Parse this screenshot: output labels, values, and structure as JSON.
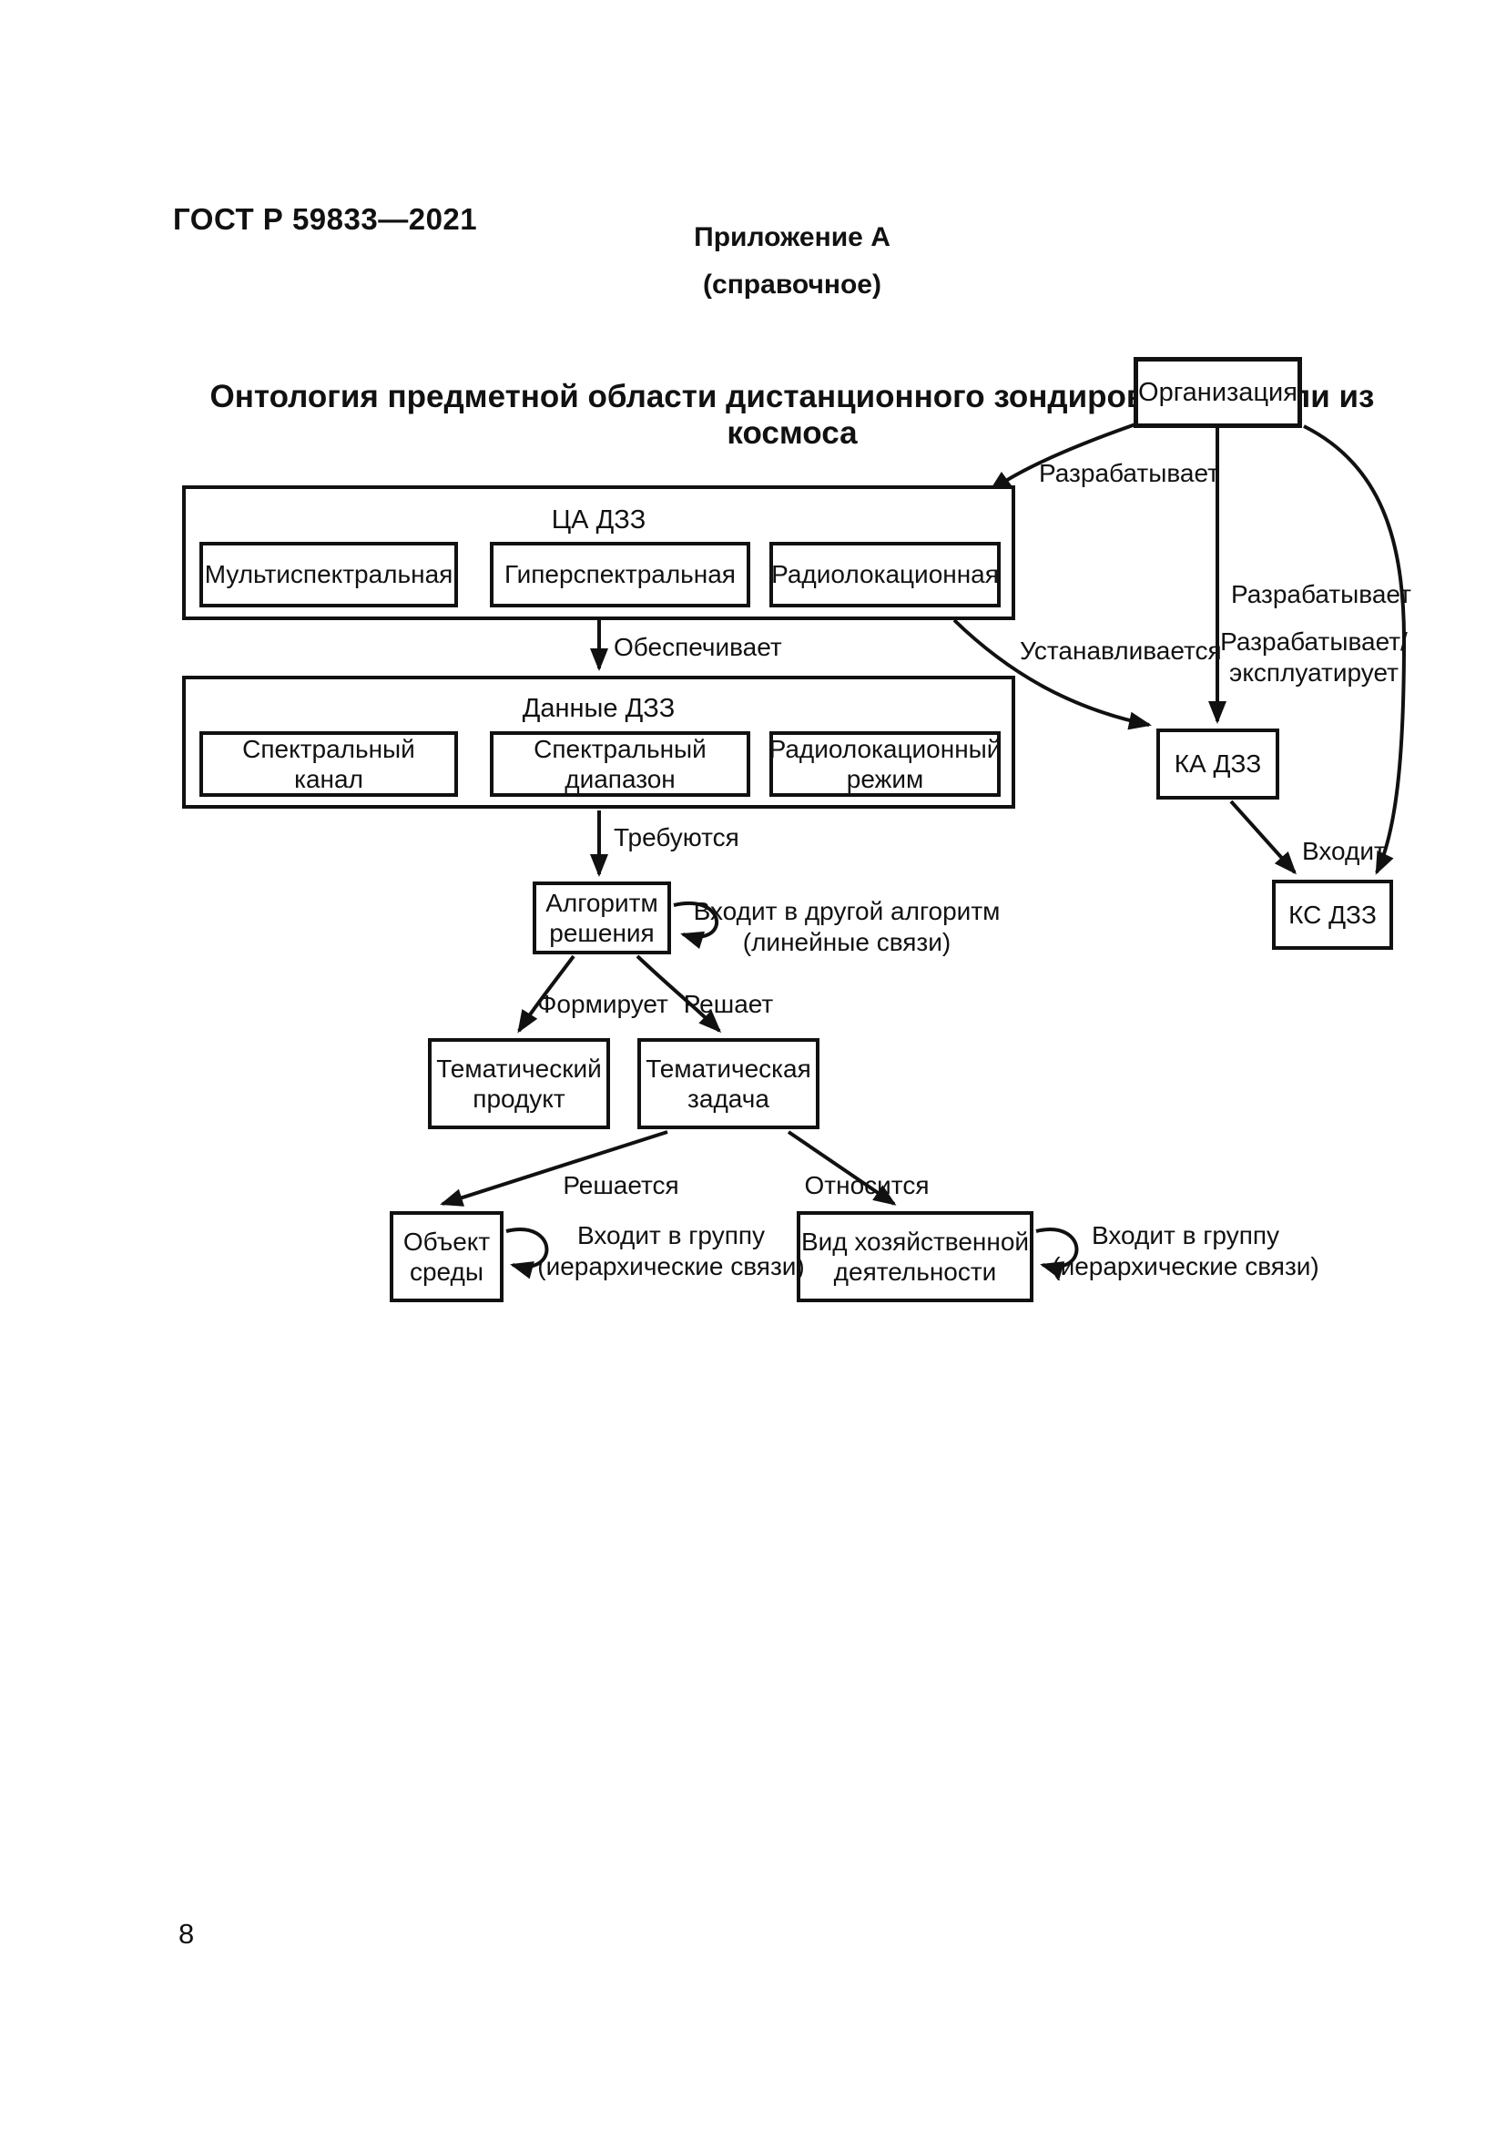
{
  "page": {
    "header": "ГОСТ Р 59833—2021",
    "appendix": "Приложение А",
    "appendix_note": "(справочное)",
    "title": "Онтология предметной области дистанционного зондирования Земли из космоса",
    "page_number": "8"
  },
  "diagram": {
    "nodes": {
      "organization": "Организация",
      "ca_container": "ЦА ДЗЗ",
      "ca_items": [
        "Мультиспектральная",
        "Гиперспектральная",
        "Радиолокационная"
      ],
      "data_container": "Данные ДЗЗ",
      "data_items": [
        "Спектральный\nканал",
        "Спектральный\nдиапазон",
        "Радиолокационный\nрежим"
      ],
      "ka": "КА ДЗЗ",
      "ks": "КС ДЗЗ",
      "algorithm": "Алгоритм\nрешения",
      "thematic_product": "Тематический\nпродукт",
      "thematic_task": "Тематическая\nзадача",
      "env_object": "Объект\nсреды",
      "activity_kind": "Вид хозяйственной\nдеятельности"
    },
    "labels": {
      "develops_ca": "Разрабатывает",
      "develops_ka": "Разрабатывает",
      "develops_operates": "Разрабатывает/\nэксплуатирует",
      "installs": "Устанавливается",
      "provides": "Обеспечивает",
      "required": "Требуются",
      "enters": "Входит",
      "enters_other_algorithm": "Входит в другой алгоритм\n(линейные связи)",
      "forms": "Формирует",
      "solves": "Решает",
      "is_solved": "Решается",
      "relates": "Относится",
      "member_of_group": "Входит в группу\n(иерархические связи)"
    }
  }
}
